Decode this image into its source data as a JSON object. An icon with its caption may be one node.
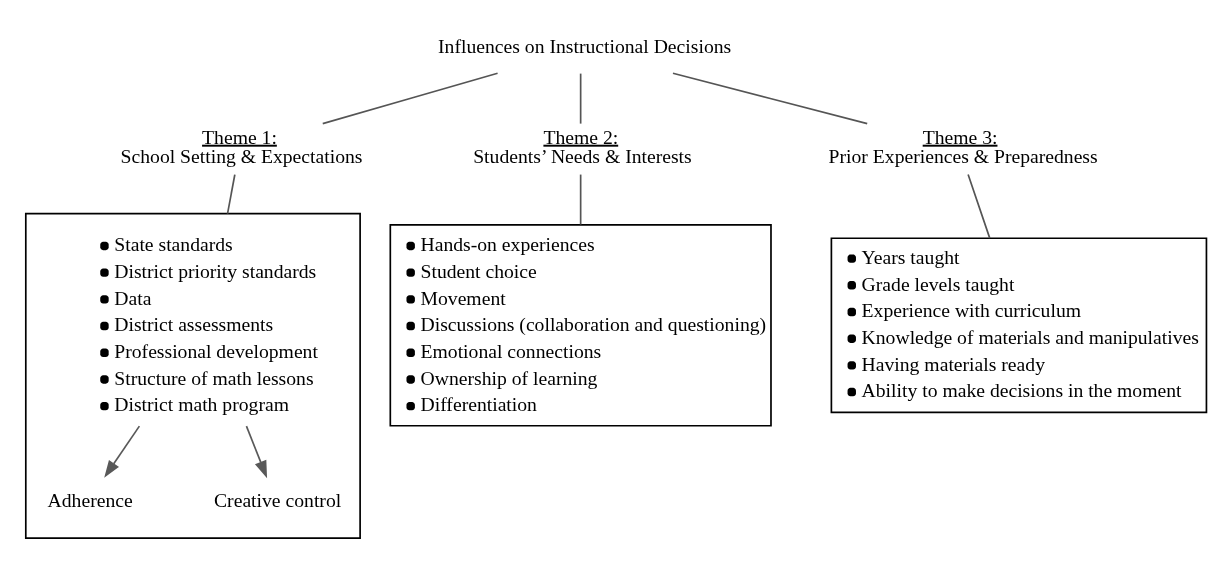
{
  "diagram": {
    "nodes": [
      {
        "text": [
          "Influences on Instructional Decisions"
        ]
      },
      {
        "text": [
          "Theme 1:",
          "School Setting & Expectations"
        ]
      },
      {
        "text": [
          "Theme 2:",
          "Students’ Needs & Interests"
        ]
      },
      {
        "text": [
          "Theme 3:",
          "Prior Experiences & Preparedness"
        ]
      },
      {
        "text": [],
        "shape": "box"
      },
      {
        "text": [
          "State standards",
          "District priority standards",
          "Data",
          "District assessments",
          "Professional development",
          "Structure of math lessons",
          "District math program"
        ],
        "in": 4
      },
      {
        "text": [
          "Adherence"
        ],
        "in": 4
      },
      {
        "text": [
          "Creative control"
        ],
        "in": 4
      },
      {
        "text": [
          "Hands-on experiences",
          "Student choice",
          "Movement",
          "Discussions (collaboration and questioning)",
          "Emotional connections",
          "Ownership of learning",
          "Differentiation"
        ]
      },
      {
        "text": [
          "Years taught",
          "Grade levels taught",
          "Experience with curriculum",
          "Knowledge of materials and manipulatives",
          "Having materials ready",
          "Ability to make decisions in the moment"
        ]
      }
    ],
    "edges": [
      {
        "from": 0,
        "to": 1,
        "arrow": "none"
      },
      {
        "from": 0,
        "to": 2,
        "arrow": "none"
      },
      {
        "from": 0,
        "to": 3,
        "arrow": "none"
      },
      {
        "from": 1,
        "to": 4,
        "arrow": "none"
      },
      {
        "from": 2,
        "to": 8,
        "arrow": "none"
      },
      {
        "from": 3,
        "to": 9,
        "arrow": "none"
      },
      {
        "from": 5,
        "to": 6,
        "arrow": "to",
        "color": "#595959"
      },
      {
        "from": 5,
        "to": 7,
        "arrow": "to",
        "color": "#595959"
      }
    ]
  }
}
